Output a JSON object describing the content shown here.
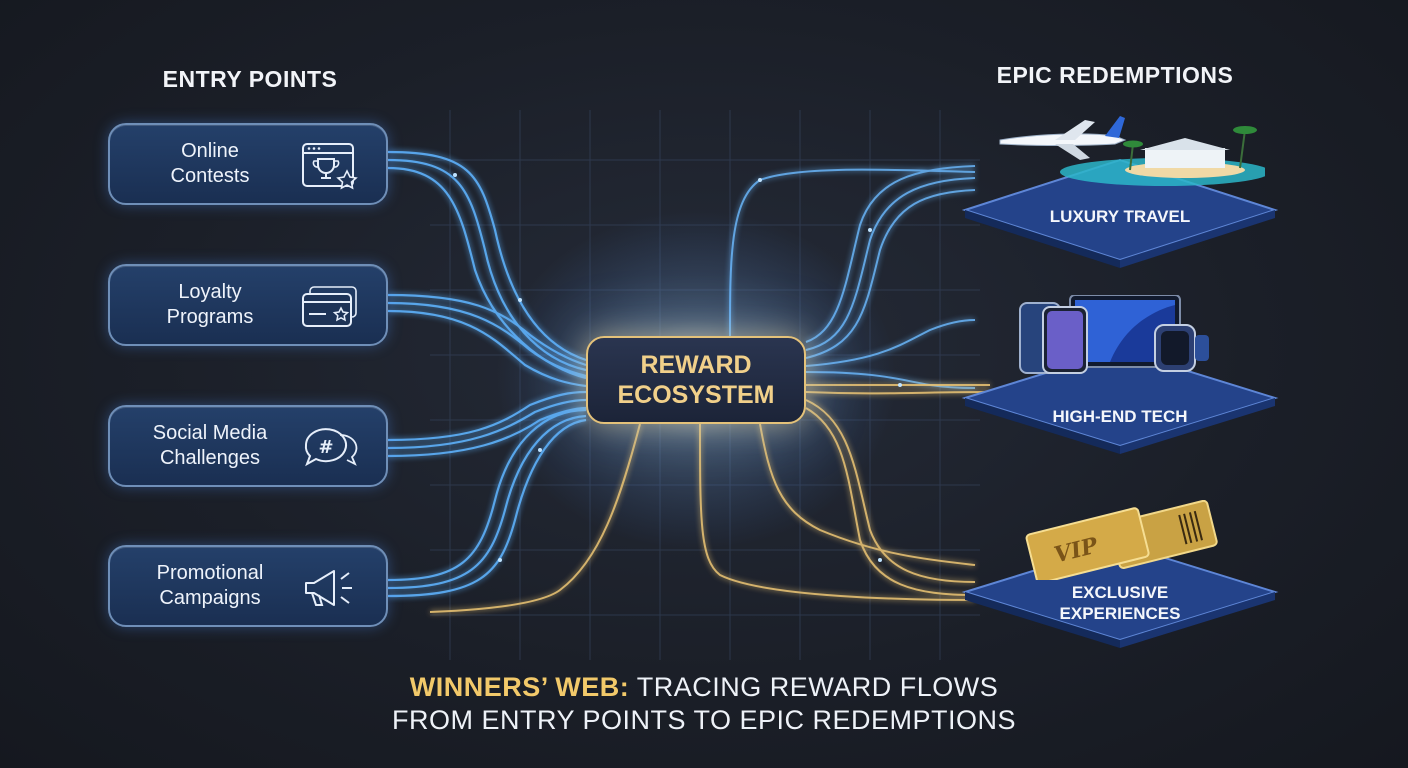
{
  "entry_heading": "ENTRY POINTS",
  "redemption_heading": "EPIC REDEMPTIONS",
  "entry_points": [
    {
      "label": "Online\nContests",
      "icon": "trophy-browser-icon"
    },
    {
      "label": "Loyalty\nPrograms",
      "icon": "loyalty-card-icon"
    },
    {
      "label": "Social Media\nChallenges",
      "icon": "hashtag-chat-icon"
    },
    {
      "label": "Promotional\nCampaigns",
      "icon": "megaphone-icon"
    }
  ],
  "hub": {
    "label": "REWARD\nECOSYSTEM"
  },
  "redemptions": [
    {
      "label": "LUXURY TRAVEL",
      "icon": "airplane-resort-icon"
    },
    {
      "label": "HIGH-END TECH",
      "icon": "devices-icon"
    },
    {
      "label": "EXCLUSIVE\nEXPERIENCES",
      "icon": "vip-ticket-icon",
      "ticket_text": "VIP"
    }
  ],
  "title": {
    "highlight": "WINNERS’ WEB:",
    "rest": " TRACING REWARD FLOWS",
    "line2": "FROM ENTRY POINTS TO EPIC REDEMPTIONS"
  },
  "colors": {
    "blue_flow": "#5fb4ff",
    "gold_flow": "#e8c273",
    "accent": "#f2c96a"
  }
}
